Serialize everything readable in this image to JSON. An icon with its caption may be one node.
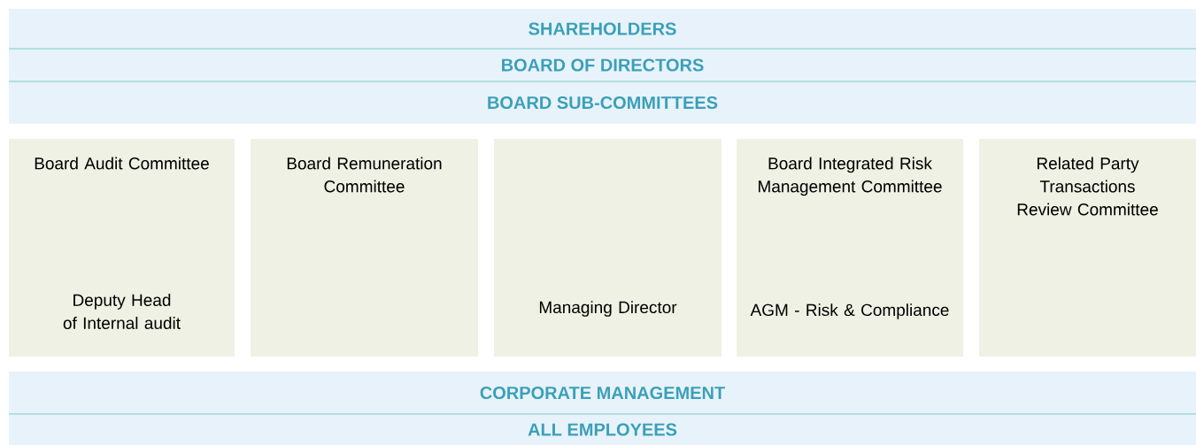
{
  "diagram": {
    "nodes": [
      {
        "text": [
          "SHAREHOLDERS"
        ]
      },
      {
        "text": [
          "BOARD OF DIRECTORS"
        ]
      },
      {
        "text": [
          "BOARD SUB-COMMITTEES"
        ]
      },
      {
        "text": [
          "Board Audit Committee",
          "Deputy Head of Internal audit"
        ]
      },
      {
        "text": [
          "Board Remuneration Committee"
        ]
      },
      {
        "text": [
          "Managing Director"
        ]
      },
      {
        "text": [
          "Board Integrated Risk Management Committee",
          "AGM - Risk & Compliance"
        ]
      },
      {
        "text": [
          "Related Party Transactions Review Committee"
        ]
      },
      {
        "text": [
          "CORPORATE MANAGEMENT"
        ]
      },
      {
        "text": [
          "ALL EMPLOYEES"
        ]
      }
    ]
  }
}
